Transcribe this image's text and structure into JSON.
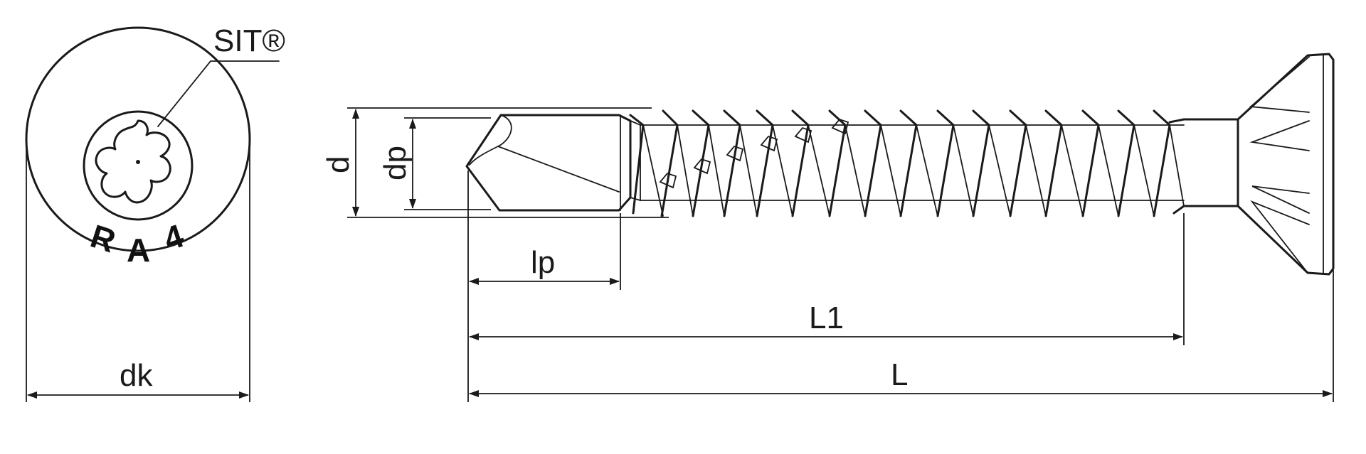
{
  "labels": {
    "sit": "SIT®",
    "d": "d",
    "dp": "dp",
    "lp": "lp",
    "l1": "L1",
    "l": "L",
    "dk": "dk"
  },
  "head_marking": [
    "R",
    "A",
    "4"
  ]
}
